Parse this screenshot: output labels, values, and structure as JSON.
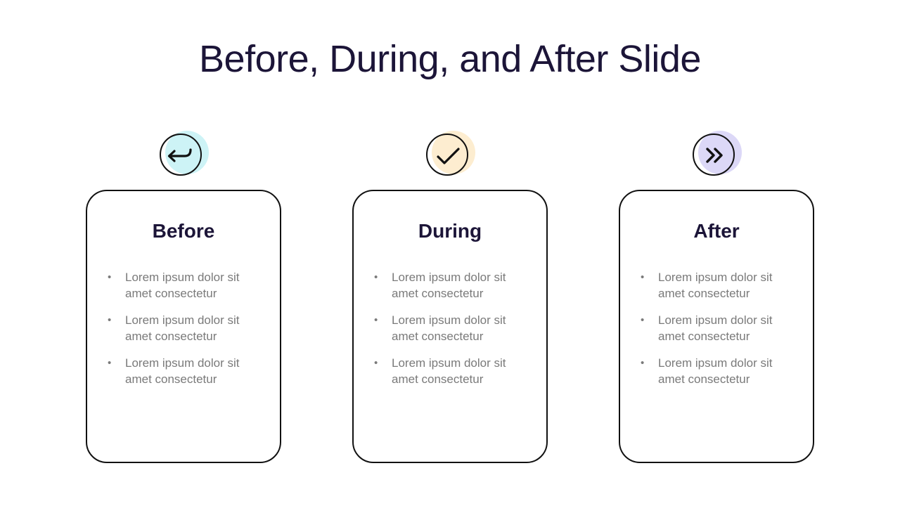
{
  "slide": {
    "title": "Before, During, and After Slide"
  },
  "columns": [
    {
      "heading": "Before",
      "icon": "return-arrow-icon",
      "tint_color": "#cdf3f6",
      "bullets": [
        "Lorem ipsum dolor sit amet consectetur",
        "Lorem ipsum dolor sit amet consectetur",
        "Lorem ipsum dolor sit amet consectetur"
      ]
    },
    {
      "heading": "During",
      "icon": "checkmark-icon",
      "tint_color": "#fdedd0",
      "bullets": [
        "Lorem ipsum dolor sit amet consectetur",
        "Lorem ipsum dolor sit amet consectetur",
        "Lorem ipsum dolor sit amet consectetur"
      ]
    },
    {
      "heading": "After",
      "icon": "double-chevron-right-icon",
      "tint_color": "#dcd8f7",
      "bullets": [
        "Lorem ipsum dolor sit amet consectetur",
        "Lorem ipsum dolor sit amet consectetur",
        "Lorem ipsum dolor sit amet consectetur"
      ]
    }
  ],
  "colors": {
    "title": "#1c1538",
    "body_text": "#7a7a7a",
    "card_border": "#111111"
  },
  "bullet_glyph": "•"
}
